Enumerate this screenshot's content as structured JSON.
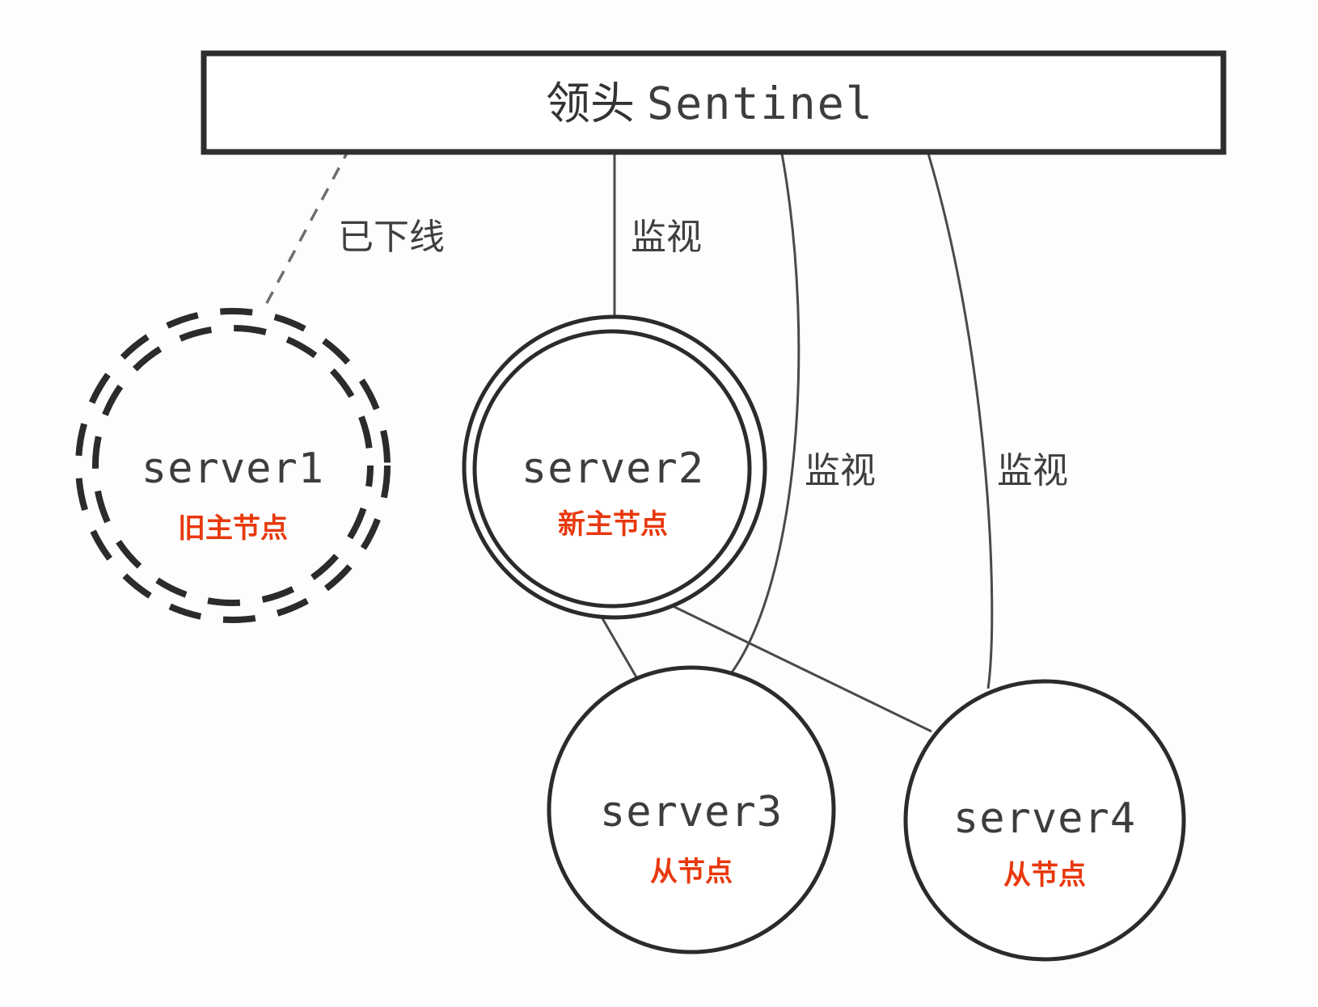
{
  "diagram": {
    "title_box": {
      "label_cjk": "领头",
      "label_latin": "Sentinel",
      "full_label": "领头 Sentinel"
    },
    "colors": {
      "role_red": "#e8380d",
      "node_stroke": "#2b2b2b",
      "connector": "#4a4a4a",
      "box_stroke": "#2e2e2e",
      "background": "#fdfdfd"
    },
    "nodes": [
      {
        "id": "server1",
        "name": "server1",
        "role": "旧主节点",
        "style": "double-dashed",
        "state": "offline"
      },
      {
        "id": "server2",
        "name": "server2",
        "role": "新主节点",
        "style": "double-solid",
        "state": "online"
      },
      {
        "id": "server3",
        "name": "server3",
        "role": "从节点",
        "style": "single-solid",
        "state": "online"
      },
      {
        "id": "server4",
        "name": "server4",
        "role": "从节点",
        "style": "single-solid",
        "state": "online"
      }
    ],
    "edges": [
      {
        "id": "sentinel-server1",
        "from": "sentinel",
        "to": "server1",
        "label": "已下线",
        "style": "dashed"
      },
      {
        "id": "sentinel-server2",
        "from": "sentinel",
        "to": "server2",
        "label": "监视",
        "style": "solid"
      },
      {
        "id": "sentinel-server3",
        "from": "sentinel",
        "to": "server3",
        "label": "监视",
        "style": "solid"
      },
      {
        "id": "sentinel-server4",
        "from": "sentinel",
        "to": "server4",
        "label": "监视",
        "style": "solid"
      },
      {
        "id": "server2-server3",
        "from": "server2",
        "to": "server3",
        "label": "",
        "style": "solid"
      },
      {
        "id": "server2-server4",
        "from": "server2",
        "to": "server4",
        "label": "",
        "style": "solid"
      }
    ]
  }
}
